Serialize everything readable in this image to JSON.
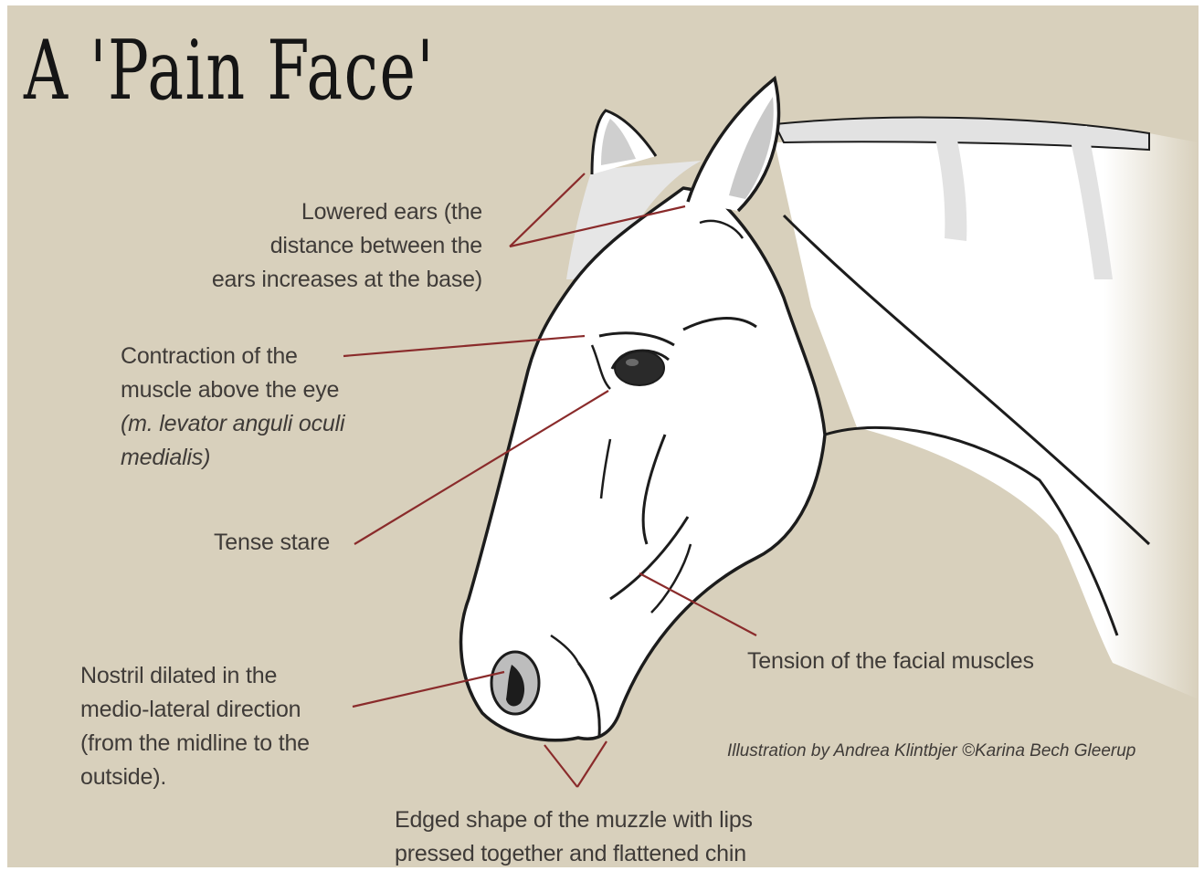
{
  "title": "A 'Pain Face'",
  "labels": {
    "ears": [
      "Lowered ears (the",
      "distance between the",
      "ears increases at the base)"
    ],
    "muscle_eye": [
      "Contraction of the",
      "muscle above the eye",
      "(m. levator anguli oculi",
      "medialis)"
    ],
    "stare": "Tense stare",
    "nostril": [
      "Nostril dilated in the",
      "medio-lateral direction",
      "(from the midline to the",
      "outside)."
    ],
    "facial": "Tension of the facial muscles",
    "muzzle": [
      "Edged shape of the muzzle with lips",
      "pressed together and flattened chin"
    ]
  },
  "credit": "Illustration by Andrea Klintbjer ©Karina Bech Gleerup",
  "colors": {
    "background": "#d8d0bc",
    "pointer_lines": "#8a2b2b",
    "outline": "#1c1c1c",
    "horse_fill": "#ffffff",
    "mane": "#e4e4e4",
    "text": "#3f3b38"
  }
}
